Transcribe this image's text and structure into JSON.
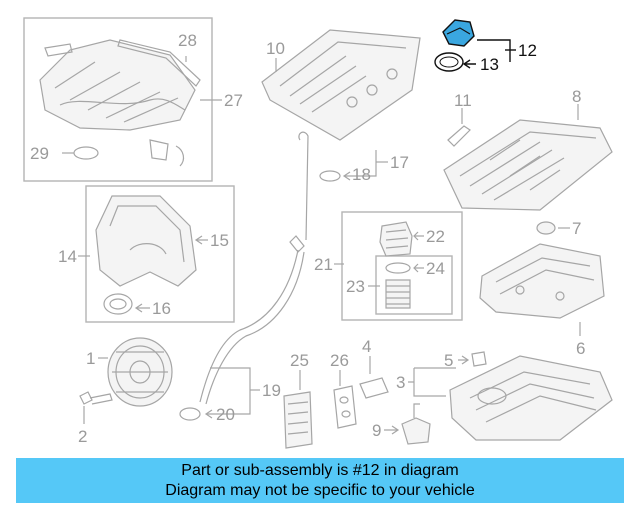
{
  "callouts": {
    "n1": "1",
    "n2": "2",
    "n3": "3",
    "n4": "4",
    "n5": "5",
    "n6": "6",
    "n7": "7",
    "n8": "8",
    "n9": "9",
    "n10": "10",
    "n11": "11",
    "n12": "12",
    "n13": "13",
    "n14": "14",
    "n15": "15",
    "n16": "16",
    "n17": "17",
    "n18": "18",
    "n19": "19",
    "n20": "20",
    "n21": "21",
    "n22": "22",
    "n23": "23",
    "n24": "24",
    "n25": "25",
    "n26": "26",
    "n27": "27",
    "n28": "28",
    "n29": "29"
  },
  "highlight": {
    "part": "12",
    "color": "#3aa7e0"
  },
  "banner": {
    "line1": "Part or sub-assembly is #12 in diagram",
    "line2": "Diagram may not be specific to your vehicle",
    "color": "#55c8f7"
  }
}
